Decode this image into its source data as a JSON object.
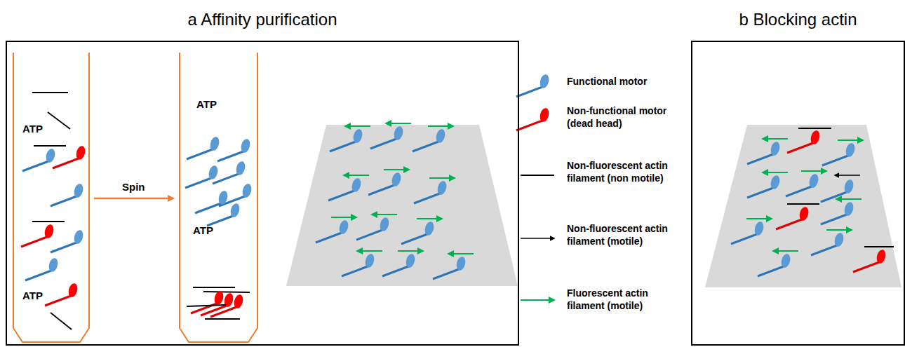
{
  "diagram": {
    "nodes": [
      {
        "text": [
          "a Affinity purification"
        ]
      },
      {
        "text": [
          "ATP",
          "ATP"
        ],
        "in": 0
      },
      {
        "text": [
          "ATP",
          "ATP"
        ],
        "in": 0
      },
      {
        "text": [
          "b Blocking actin"
        ]
      }
    ],
    "edges": [
      {
        "from": 1,
        "to": 2,
        "arrow": "to",
        "label": "Spin"
      }
    ],
    "legend": [
      {
        "text": "Functional motor"
      },
      {
        "text": "Non-functional motor (dead head)"
      },
      {
        "text": "Non-fluorescent actin filament (non motile)"
      },
      {
        "text": "Non-fluorescent actin filament (motile)"
      },
      {
        "text": "Fluorescent actin filament (motile)"
      }
    ]
  }
}
